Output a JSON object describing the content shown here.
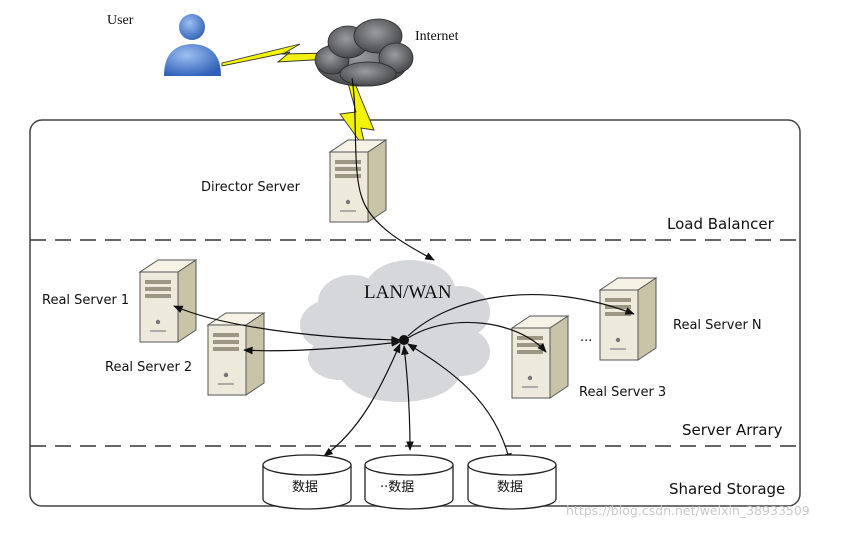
{
  "diagram": {
    "labels": {
      "user": "User",
      "internet": "Internet",
      "director": "Director Server",
      "lan": "LAN/WAN",
      "real1": "Real Server 1",
      "real2": "Real Server 2",
      "real3": "Real Server 3",
      "realN": "Real Server N",
      "dots": "...",
      "load_balancer": "Load Balancer",
      "server_array": "Server Arrary",
      "shared_storage": "Shared Storage",
      "disk1": "数据",
      "disk2": "··数据",
      "disk3": "数据"
    },
    "watermark": "https://blog.csdn.net/weixin_38933509",
    "colors": {
      "bolt": "#f2f20a",
      "server_front": "#eeeadb",
      "server_side": "#c9c3a8",
      "cloud": "#d5d7db",
      "storm_cloud": "#6d6f72",
      "user": "#4f7fd0",
      "frame": "#444444"
    },
    "icons": [
      "user-icon",
      "storm-cloud-icon",
      "lightning-icon",
      "server-icon",
      "cloud-icon",
      "disk-icon",
      "hub-icon"
    ]
  }
}
